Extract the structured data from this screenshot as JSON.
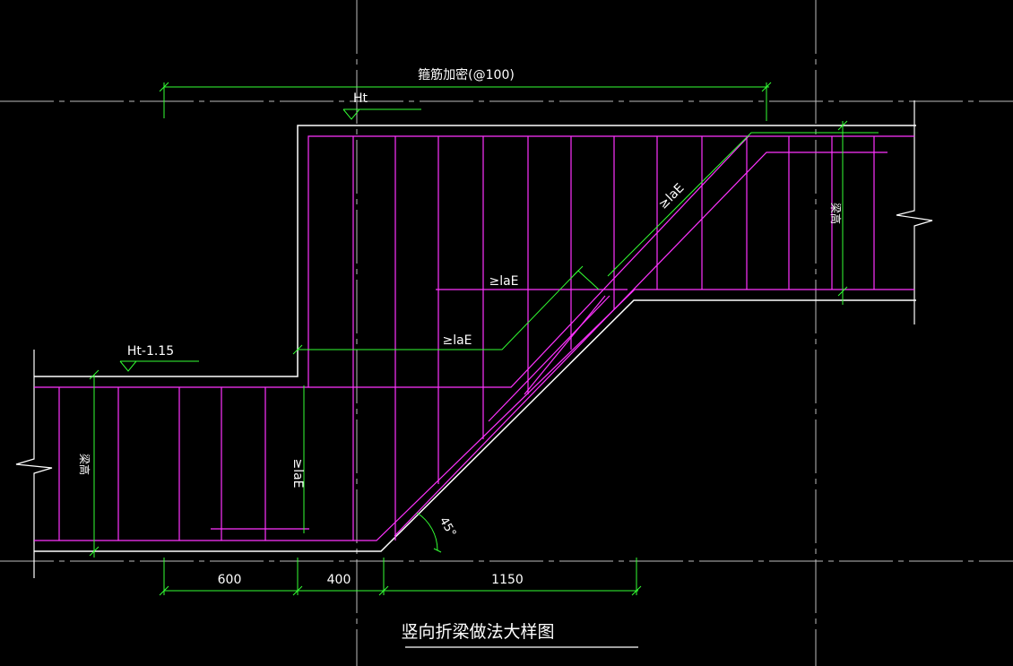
{
  "drawing": {
    "title": "竖向折梁做法大样图",
    "top_dimension_label": "箍筋加密(@100)",
    "elevation_high": "Ht",
    "elevation_low": "Ht-1.15",
    "anchor_label_1": "≥laE",
    "anchor_label_2": "≥laE",
    "anchor_label_3": "≥laE",
    "anchor_label_4": "≥laE",
    "beam_height_label_left": "梁高",
    "beam_height_label_right": "梁高",
    "angle_label": "45°",
    "dim_1": "600",
    "dim_2": "400",
    "dim_3": "1150"
  },
  "colors": {
    "background": "#000000",
    "outline": "#ffffff",
    "rebar": "#ff33ff",
    "dimension": "#33ff33",
    "axis": "#cfcfcf",
    "text": "#ffffff"
  }
}
